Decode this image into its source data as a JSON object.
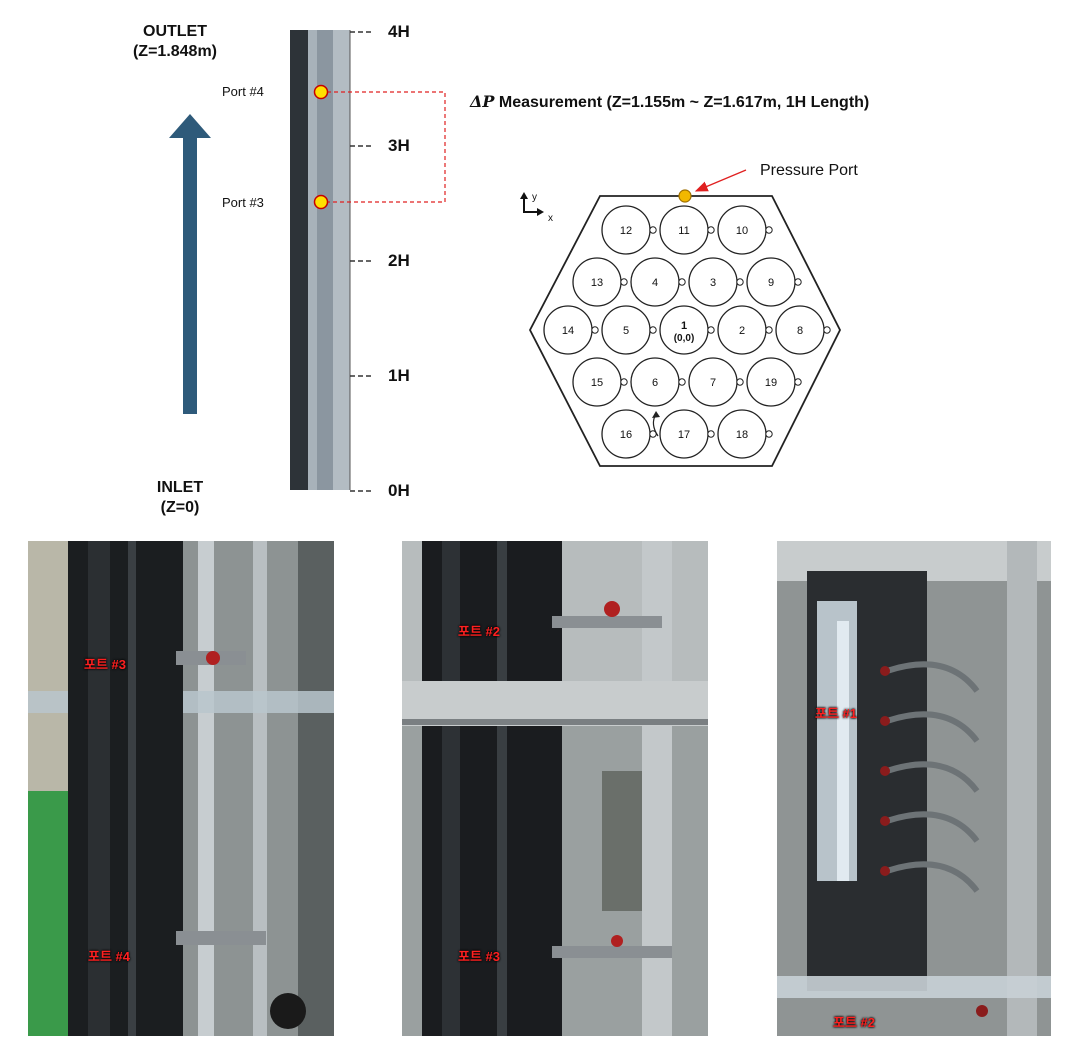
{
  "column": {
    "outlet_label": "OUTLET",
    "outlet_z": "(Z=1.848m)",
    "inlet_label": "INLET",
    "inlet_z": "(Z=0)",
    "ticks": [
      "4H",
      "3H",
      "2H",
      "1H",
      "0H"
    ],
    "ports": [
      "Port #4",
      "Port #3"
    ]
  },
  "measurement": {
    "delta_symbol": "ΔP",
    "text": " Measurement (Z=1.155m ~ Z=1.617m, 1H Length)"
  },
  "cross_section": {
    "pressure_port_label": "Pressure Port",
    "axis_y": "y",
    "axis_x": "x",
    "rods": [
      "12",
      "11",
      "10",
      "13",
      "4",
      "3",
      "9",
      "14",
      "5",
      "1",
      "2",
      "8",
      "15",
      "6",
      "7",
      "19",
      "16",
      "17",
      "18"
    ],
    "center_coord": "(0,0)"
  },
  "photos": [
    {
      "labels": [
        "포트 #3",
        "포트 #4"
      ]
    },
    {
      "labels": [
        "포트 #2",
        "포트 #3"
      ]
    },
    {
      "labels": [
        "포트 #1",
        "포트 #2"
      ]
    }
  ],
  "colors": {
    "arrow": "#2e5a7a",
    "port_fill": "#ffe000",
    "dashed_line": "#e02020",
    "pressure_port_fill": "#f2b800"
  }
}
